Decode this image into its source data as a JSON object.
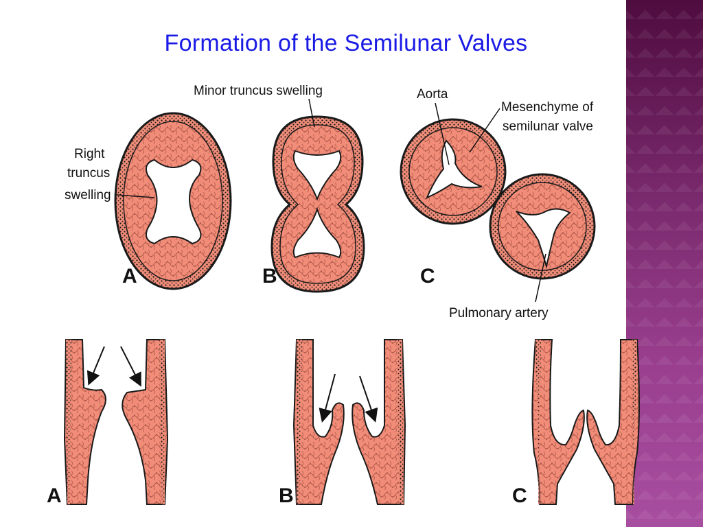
{
  "slide": {
    "title": "Formation of the Semilunar Valves"
  },
  "figure": {
    "labels": {
      "right_truncus": [
        "Right",
        "truncus",
        "swelling"
      ],
      "minor_truncus": "Minor truncus swelling",
      "aorta": "Aorta",
      "mesenchyme": [
        "Mesenchyme of",
        "semilunar valve"
      ],
      "pulmonary": "Pulmonary artery"
    },
    "panels_top": [
      "A",
      "B",
      "C"
    ],
    "panels_bottom": [
      "A",
      "B",
      "C"
    ]
  },
  "colors": {
    "title": "#1a1ae6",
    "tissue_fill": "#f08c78",
    "cell_lines": "#b45a4c",
    "outline": "#1a1a1a",
    "side_band": "#7a2a6e"
  }
}
